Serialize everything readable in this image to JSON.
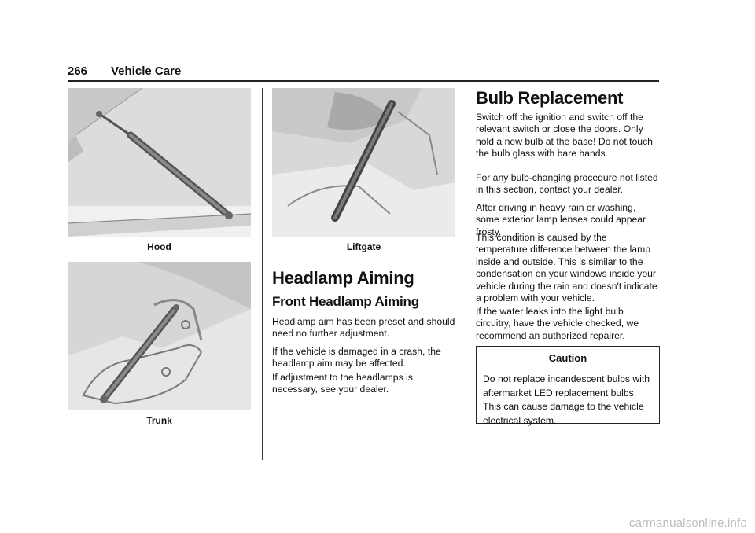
{
  "header": {
    "page_number": "266",
    "section_title": "Vehicle Care"
  },
  "figures": {
    "hood": {
      "caption": "Hood"
    },
    "trunk": {
      "caption": "Trunk"
    },
    "liftgate": {
      "caption": "Liftgate"
    }
  },
  "headlamp": {
    "title": "Headlamp Aiming",
    "subtitle": "Front Headlamp Aiming",
    "paragraphs": [
      "Headlamp aim has been preset and should need no further adjustment.",
      "If the vehicle is damaged in a crash, the headlamp aim may be affected.",
      "If adjustment to the headlamps is necessary, see your dealer."
    ]
  },
  "bulb": {
    "title": "Bulb Replacement",
    "paragraphs": [
      "Switch off the ignition and switch off the relevant switch or close the doors. Only hold a new bulb at the base! Do not touch the bulb glass with bare hands.",
      "For any bulb-changing procedure not listed in this section, contact your dealer.",
      "After driving in heavy rain or washing, some exterior lamp lenses could appear frosty.",
      "This condition is caused by the temperature difference between the lamp inside and outside. This is similar to the condensation on your windows inside your vehicle during the rain and doesn't indicate a problem with your vehicle.",
      "If the water leaks into the light bulb circuitry, have the vehicle checked, we recommend an authorized repairer."
    ],
    "caution": {
      "title": "Caution",
      "text": "Do not replace incandescent bulbs with aftermarket LED replacement bulbs. This can cause damage to the vehicle electrical system."
    }
  },
  "watermark": "carmanualsonline.info"
}
